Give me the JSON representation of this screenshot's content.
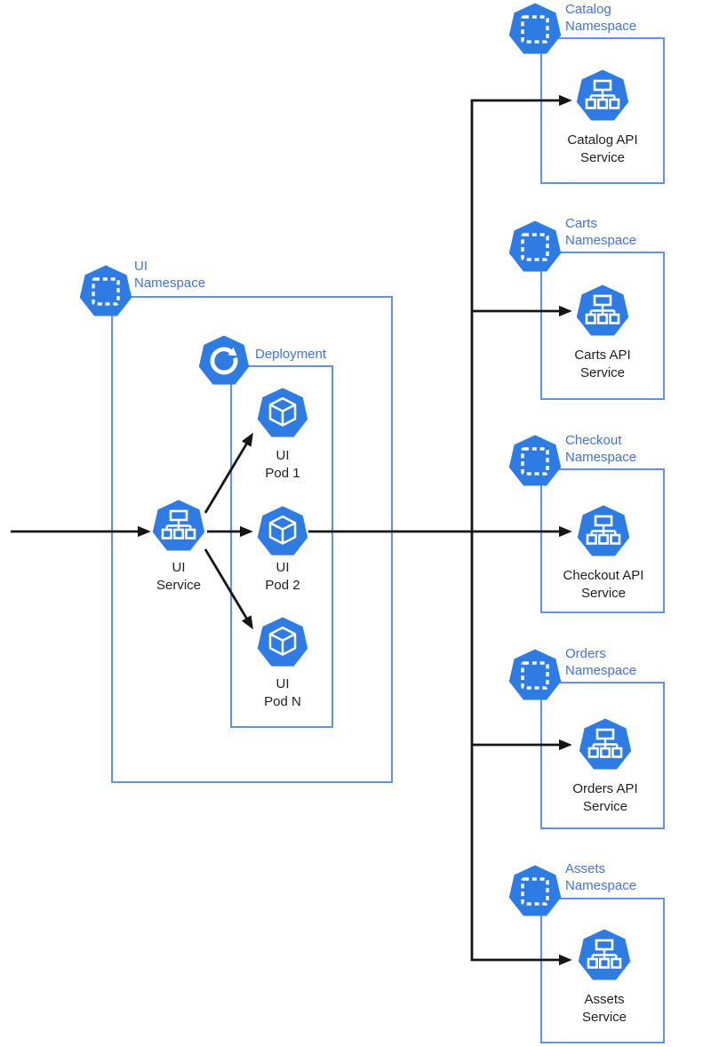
{
  "title": "Kubernetes UI and API services architecture diagram",
  "theme": {
    "icon_blue": "#2E7BE4",
    "box_border_blue": "#6190EE",
    "label_blue": "#4273E0",
    "node_text": "#212121",
    "line_black": "#161616",
    "background": "#FFFFFF"
  },
  "ui_namespace": {
    "label": "UI\nNamespace",
    "icon": "namespace-icon",
    "deployment": {
      "label": "Deployment",
      "icon": "deployment-icon"
    },
    "service": {
      "label": "UI\nService",
      "icon": "service-icon"
    },
    "pods": [
      {
        "label": "UI\nPod 1",
        "icon": "pod-icon"
      },
      {
        "label": "UI\nPod 2",
        "icon": "pod-icon"
      },
      {
        "label": "UI\nPod N",
        "icon": "pod-icon"
      }
    ]
  },
  "namespaces": [
    {
      "label": "Catalog\nNamespace",
      "icon": "namespace-icon",
      "service": {
        "label": "Catalog API\nService",
        "icon": "service-icon"
      }
    },
    {
      "label": "Carts\nNamespace",
      "icon": "namespace-icon",
      "service": {
        "label": "Carts API\nService",
        "icon": "service-icon"
      }
    },
    {
      "label": "Checkout\nNamespace",
      "icon": "namespace-icon",
      "service": {
        "label": "Checkout API\nService",
        "icon": "service-icon"
      }
    },
    {
      "label": "Orders\nNamespace",
      "icon": "namespace-icon",
      "service": {
        "label": "Orders API\nService",
        "icon": "service-icon"
      }
    },
    {
      "label": "Assets\nNamespace",
      "icon": "namespace-icon",
      "service": {
        "label": "Assets\nService",
        "icon": "service-icon"
      }
    }
  ],
  "edges": [
    {
      "from": "ingress",
      "to": "ui-service"
    },
    {
      "from": "ui-service",
      "to": "ui-pod-1"
    },
    {
      "from": "ui-service",
      "to": "ui-pod-2"
    },
    {
      "from": "ui-service",
      "to": "ui-pod-n"
    },
    {
      "from": "ui-pod-2",
      "to": "catalog-api-service"
    },
    {
      "from": "ui-pod-2",
      "to": "carts-api-service"
    },
    {
      "from": "ui-pod-2",
      "to": "checkout-api-service"
    },
    {
      "from": "ui-pod-2",
      "to": "orders-api-service"
    },
    {
      "from": "ui-pod-2",
      "to": "assets-service"
    }
  ]
}
